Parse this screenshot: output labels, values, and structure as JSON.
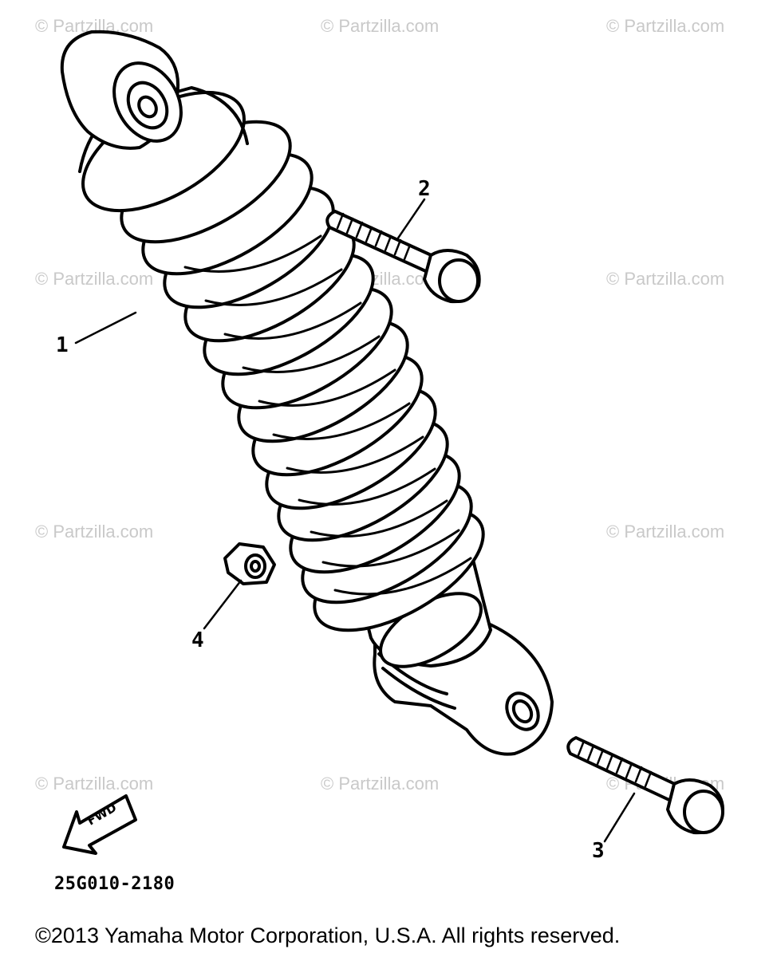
{
  "watermark": "© Partzilla.com",
  "callouts": {
    "part1": "1",
    "part2": "2",
    "part3": "3",
    "part4": "4"
  },
  "direction_label": "FWD",
  "part_code": "25G010-2180",
  "copyright": "©2013 Yamaha Motor Corporation, U.S.A. All rights reserved.",
  "colors": {
    "line": "#000000",
    "background": "#ffffff",
    "watermark": "#c9c9c9"
  },
  "icons": {
    "direction_arrow": "forward-arrow-icon"
  }
}
